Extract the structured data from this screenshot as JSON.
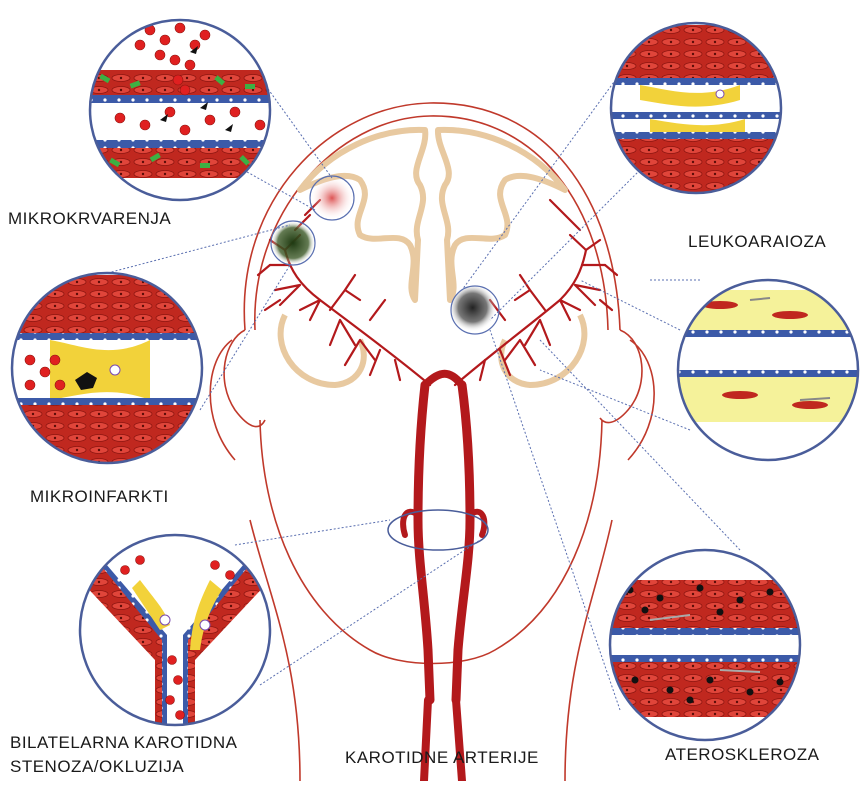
{
  "labels": {
    "microbleeds": "MIKROKRVARENJA",
    "leukoaraiosis": "LEUKOARAIOZA",
    "microinfarcts": "MIKROINFARKTI",
    "bilateral_line1": "BILATELARNA KAROTIDNA",
    "bilateral_line2": "STENOZA/OKLUZIJA",
    "carotid": "KAROTIDNE ARTERIJE",
    "atherosclerosis": "ATEROSKLEROZA"
  },
  "colors": {
    "artery": "#b3191c",
    "outline": "#c0392b",
    "brain_outline": "#e8c9a0",
    "circle_border": "#4a5d9a",
    "vessel_wall": "#c62828",
    "endothelium": "#3c5aa8",
    "plaque": "#f2d23a",
    "connector": "#5a6fb0"
  }
}
